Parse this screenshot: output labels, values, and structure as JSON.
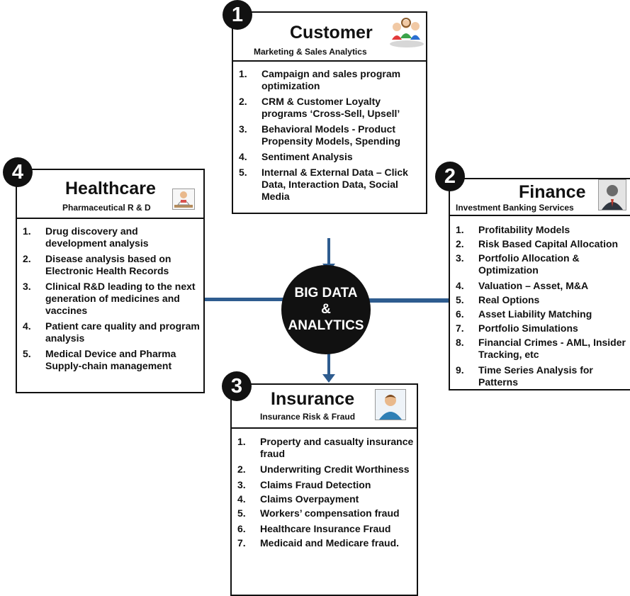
{
  "hub": {
    "line1": "BIG DATA",
    "line2": "&",
    "line3": "ANALYTICS"
  },
  "customer": {
    "number": "1",
    "title": "Customer",
    "subtitle": "Marketing & Sales Analytics",
    "icon": "group-of-people-icon",
    "items": [
      {
        "num": "1.",
        "text": "Campaign and sales program optimization"
      },
      {
        "num": "2.",
        "text": "CRM & Customer Loyalty programs ‘Cross-Sell, Upsell’"
      },
      {
        "num": "3.",
        "text": "Behavioral Models - Product Propensity Models, Spending"
      },
      {
        "num": "4.",
        "text": "Sentiment Analysis"
      },
      {
        "num": "5.",
        "text": "Internal & External Data – Click Data, Interaction Data, Social Media"
      }
    ]
  },
  "finance": {
    "number": "2",
    "title": "Finance",
    "subtitle": "Investment Banking Services",
    "icon": "businessman-icon",
    "items": [
      {
        "num": "1.",
        "text": "Profitability Models"
      },
      {
        "num": "2.",
        "text": "Risk Based Capital Allocation"
      },
      {
        "num": "3.",
        "text": "Portfolio Allocation & Optimization"
      },
      {
        "num": "4.",
        "text": "Valuation – Asset, M&A"
      },
      {
        "num": "5.",
        "text": "Real Options"
      },
      {
        "num": "6.",
        "text": "Asset Liability Matching"
      },
      {
        "num": "7.",
        "text": "Portfolio Simulations"
      },
      {
        "num": "8.",
        "text": "Financial Crimes  - AML, Insider Tracking, etc"
      },
      {
        "num": "9.",
        "text": "Time Series Analysis for Patterns"
      }
    ]
  },
  "insurance": {
    "number": "3",
    "title": "Insurance",
    "subtitle": "Insurance Risk & Fraud",
    "icon": "person-icon",
    "items": [
      {
        "num": "1.",
        "text": "Property and casualty insurance fraud"
      },
      {
        "num": "2.",
        "text": "Underwriting Credit Worthiness"
      },
      {
        "num": "3.",
        "text": "Claims Fraud Detection"
      },
      {
        "num": "4.",
        "text": "Claims Overpayment"
      },
      {
        "num": "5.",
        "text": "Workers’ compensation fraud"
      },
      {
        "num": "6.",
        "text": "Healthcare Insurance Fraud"
      },
      {
        "num": "7.",
        "text": "Medicaid and Medicare fraud."
      }
    ]
  },
  "healthcare": {
    "number": "4",
    "title": "Healthcare",
    "subtitle": "Pharmaceutical R & D",
    "icon": "doctor-icon",
    "items": [
      {
        "num": "1.",
        "text": "Drug discovery and development analysis"
      },
      {
        "num": "2.",
        "text": "Disease analysis based on Electronic Health Records"
      },
      {
        "num": "3.",
        "text": "Clinical R&D leading to the next generation of medicines and vaccines"
      },
      {
        "num": "4.",
        "text": "Patient care quality and program analysis"
      },
      {
        "num": "5.",
        "text": "Medical Device and Pharma Supply-chain management"
      }
    ]
  },
  "colors": {
    "connector": "#2e5c8f",
    "badge": "#111111",
    "hub": "#111111"
  }
}
